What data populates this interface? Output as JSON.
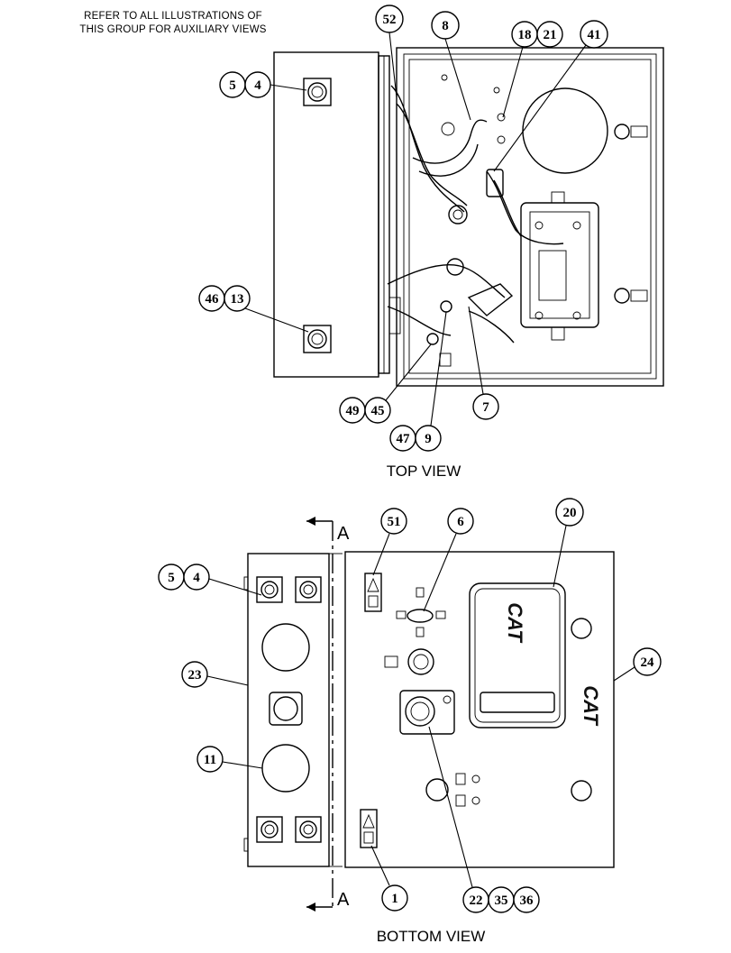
{
  "note": {
    "line1": "REFER TO ALL ILLUSTRATIONS OF",
    "line2": "THIS GROUP FOR AUXILIARY VIEWS"
  },
  "top_view": {
    "title": "TOP VIEW",
    "callouts": {
      "c52": "52",
      "c8": "8",
      "c18": "18",
      "c21": "21",
      "c41": "41",
      "c5": "5",
      "c4": "4",
      "c46": "46",
      "c13": "13",
      "c49": "49",
      "c45": "45",
      "c7": "7",
      "c47": "47",
      "c9": "9"
    }
  },
  "bottom_view": {
    "title": "BOTTOM VIEW",
    "section_label": "A",
    "brand": "CAT",
    "callouts": {
      "c51": "51",
      "c6": "6",
      "c20": "20",
      "c5": "5",
      "c4": "4",
      "c23": "23",
      "c24": "24",
      "c11": "11",
      "c1": "1",
      "c22": "22",
      "c35": "35",
      "c36": "36"
    }
  }
}
